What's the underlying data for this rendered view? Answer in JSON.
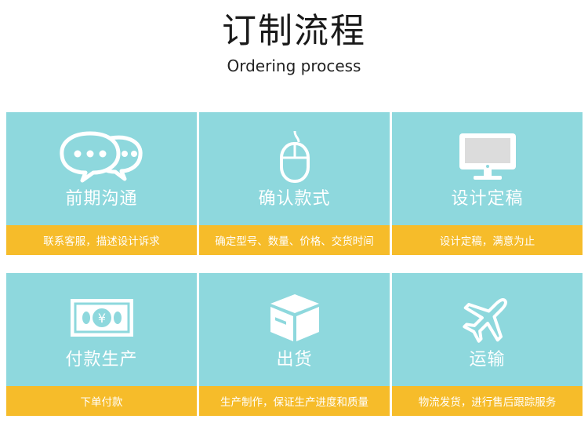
{
  "header": {
    "title": "订制流程",
    "subtitle": "Ordering process"
  },
  "steps": [
    {
      "name": "前期沟通",
      "desc": "联系客服，描述设计诉求",
      "icon": "chat-bubbles-icon"
    },
    {
      "name": "确认款式",
      "desc": "确定型号、数量、价格、交货时间",
      "icon": "mouse-icon"
    },
    {
      "name": "设计定稿",
      "desc": "设计定稿，满意为止",
      "icon": "monitor-icon"
    },
    {
      "name": "付款生产",
      "desc": "下单付款",
      "icon": "yen-banknote-icon"
    },
    {
      "name": "出货",
      "desc": "生产制作，保证生产进度和质量",
      "icon": "package-box-icon"
    },
    {
      "name": "运输",
      "desc": "物流发货，进行售后跟踪服务",
      "icon": "airplane-icon"
    }
  ],
  "colors": {
    "card": "#8ed8dd",
    "bar": "#f6bc2a",
    "text_on_card": "#ffffff",
    "title": "#1a1a1a"
  }
}
